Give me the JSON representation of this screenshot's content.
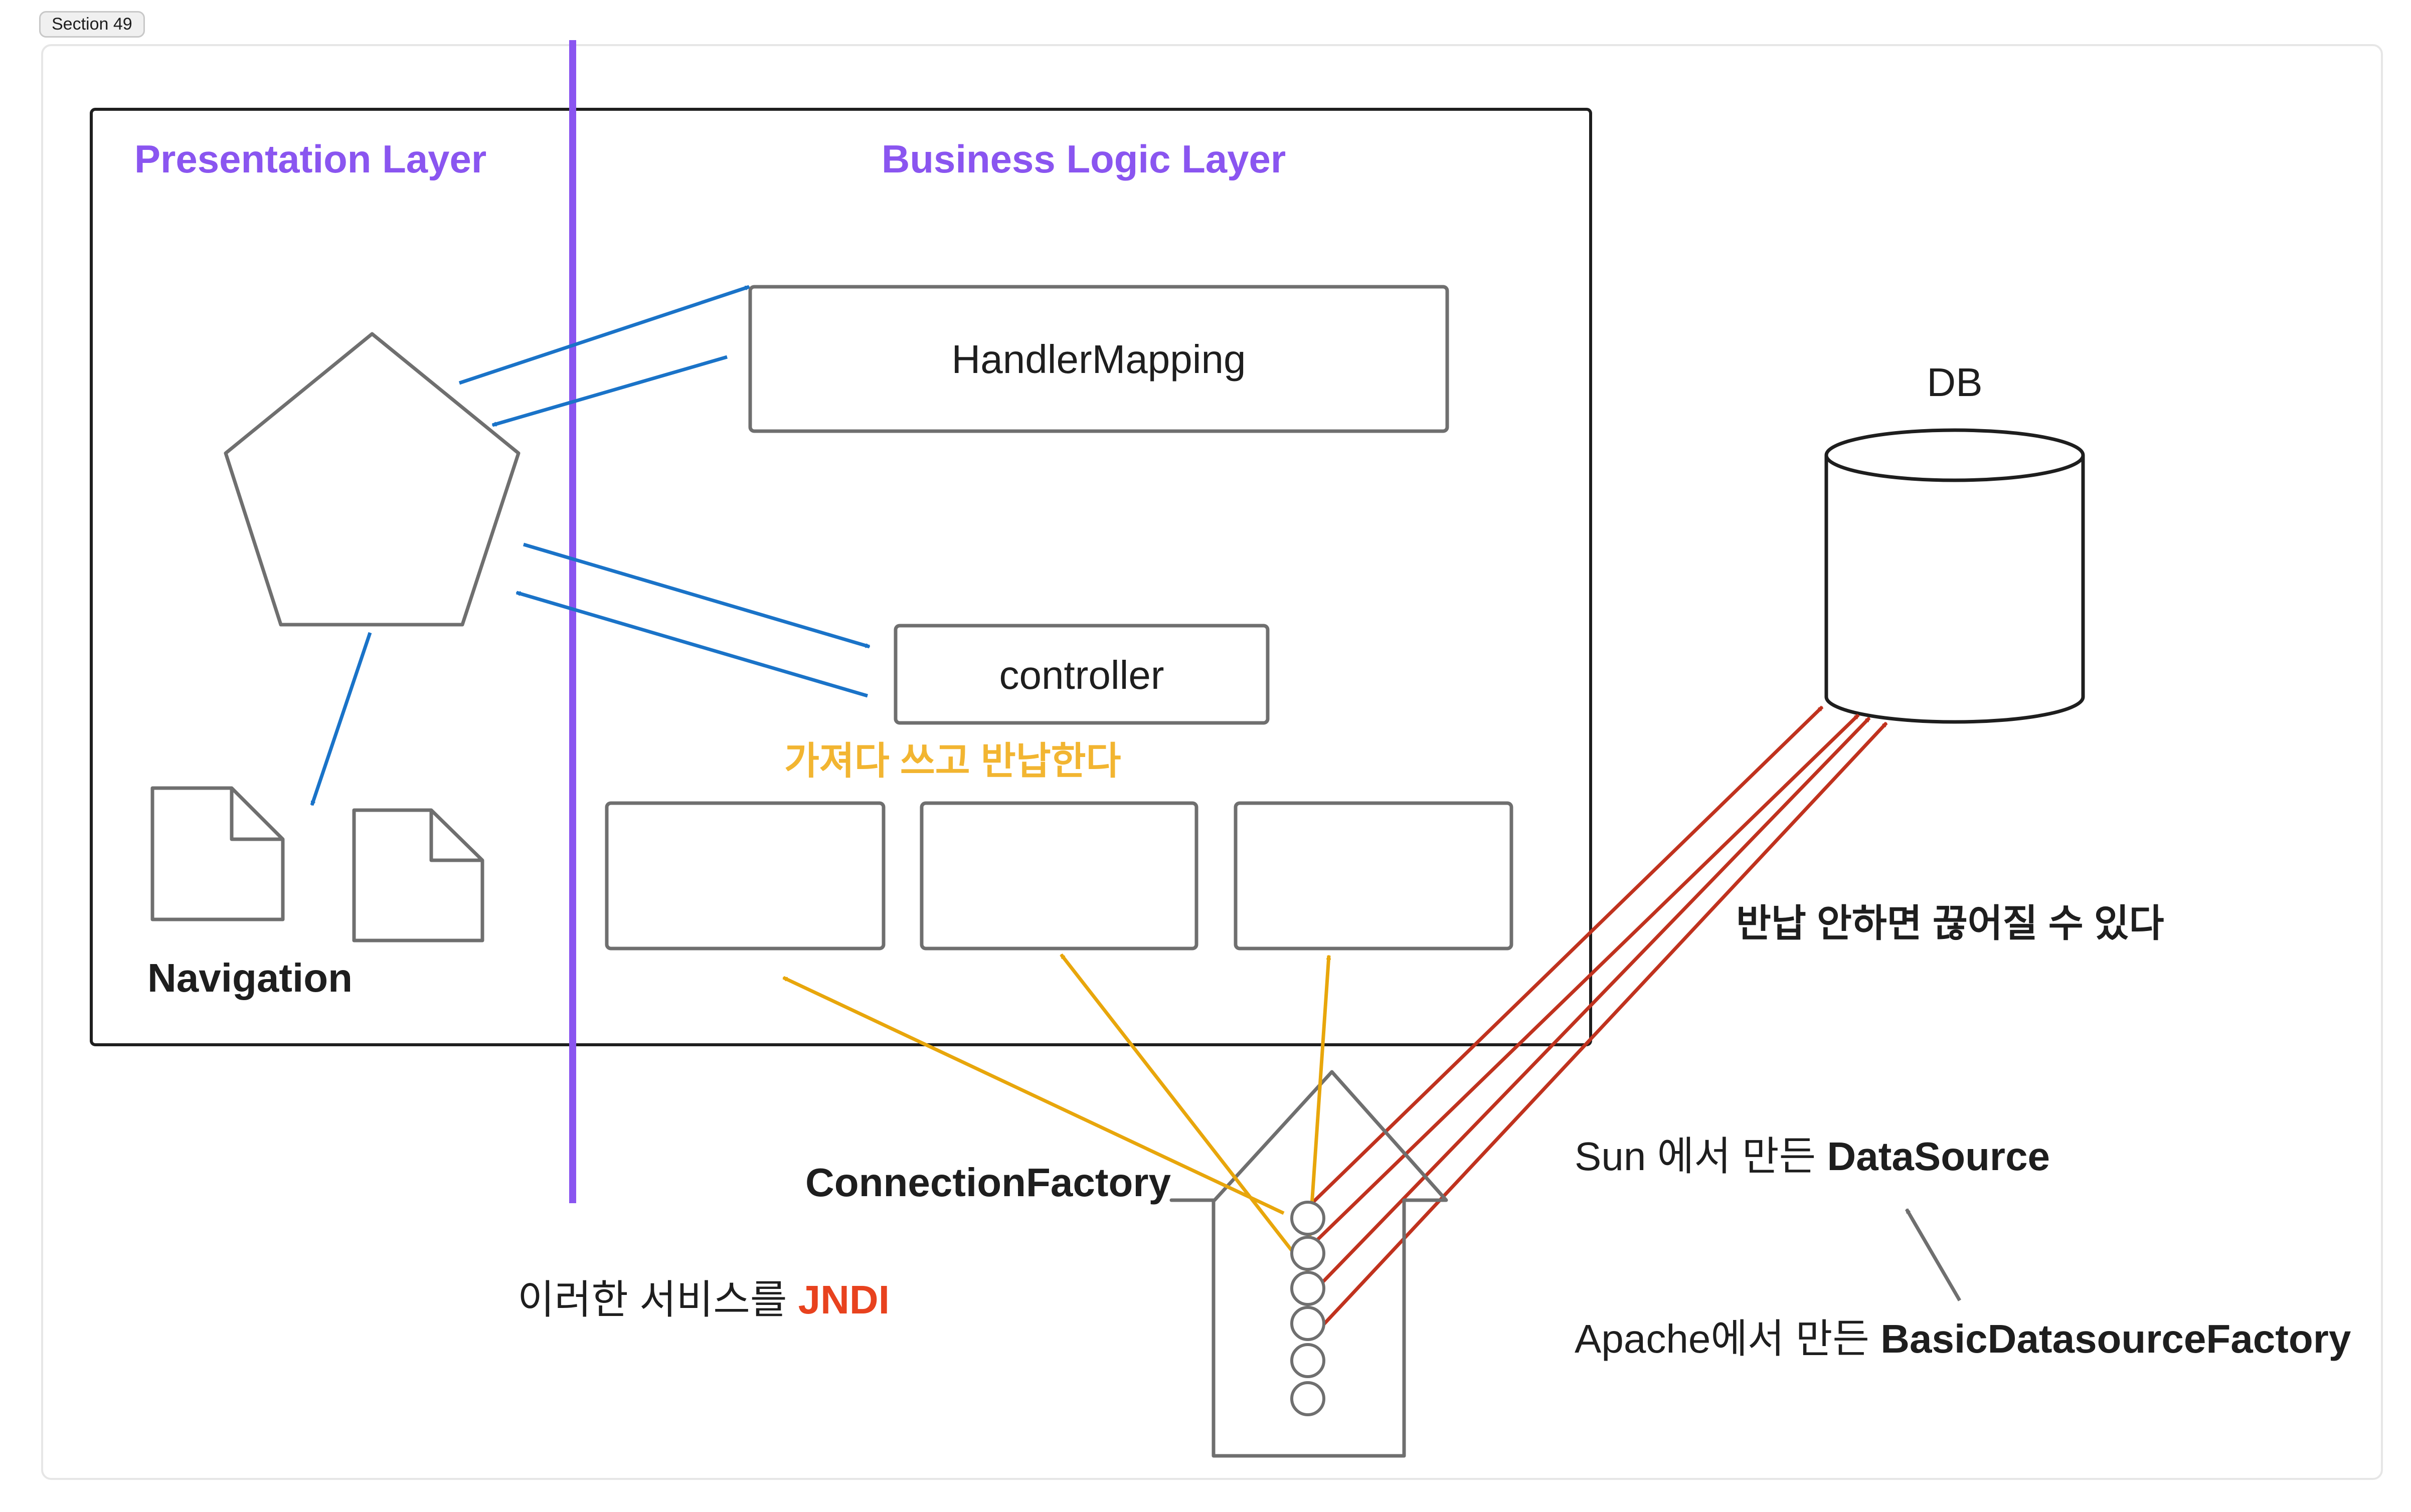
{
  "frame": {
    "tag": "Section 49"
  },
  "layers": {
    "presentation": "Presentation Layer",
    "business_logic": "Business Logic Layer"
  },
  "boxes": {
    "handler_mapping": "HandlerMapping",
    "controller": "controller"
  },
  "labels": {
    "navigation": "Navigation",
    "db": "DB",
    "borrow_return": "가져다 쓰고 반납한다",
    "no_return_warning": "반납 안하면 끊어질 수 있다",
    "connection_factory": "ConnectionFactory",
    "jndi_prefix": "이러한 서비스를 ",
    "jndi": "JNDI",
    "sun_prefix": "Sun 에서 만든 ",
    "sun_datasource": "DataSource",
    "apache_prefix": "Apache에서 만든 ",
    "apache_factory": "BasicDatasourceFactory"
  },
  "colors": {
    "presentation_purple": "#8a55f0",
    "arrow_blue": "#1a73c8",
    "arrow_yellow": "#e8a60b",
    "arrow_red": "#c0321e",
    "jndi_red": "#e8421e",
    "shape_gray": "#6f6f6f"
  },
  "icons": {
    "dispatcher": "pentagon-shape",
    "page": "document-icon",
    "db": "cylinder-icon",
    "factory": "house-shape"
  }
}
